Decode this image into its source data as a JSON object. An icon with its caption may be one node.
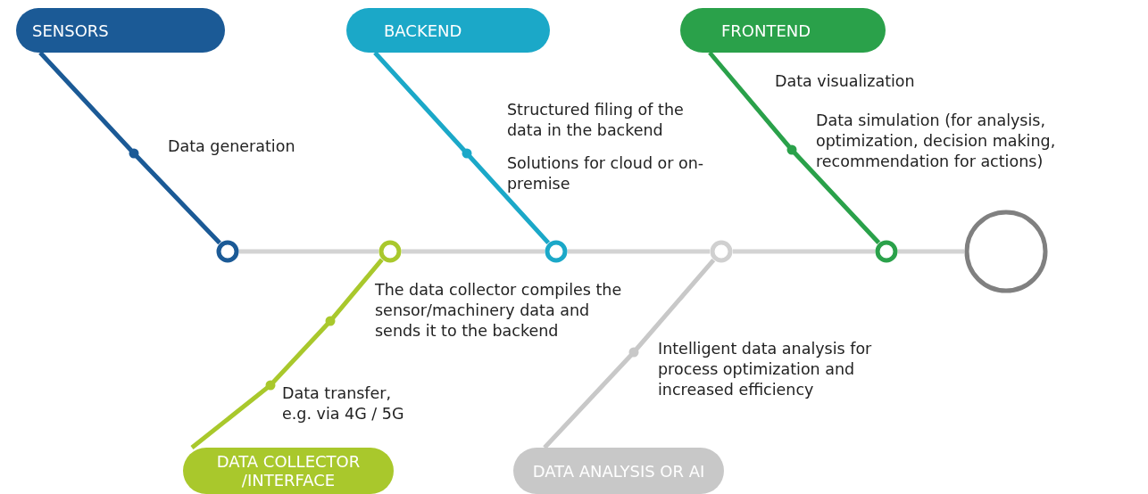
{
  "diagram": {
    "nodes": [
      {
        "text": [
          "SENSORS"
        ]
      },
      {
        "text": [
          "BACKEND"
        ]
      },
      {
        "text": [
          "FRONTEND"
        ]
      },
      {
        "text": [],
        "shape": "circle"
      },
      {
        "text": [],
        "shape": "circle"
      },
      {
        "text": [],
        "shape": "circle"
      },
      {
        "text": [],
        "shape": "circle"
      },
      {
        "text": [],
        "shape": "circle"
      },
      {
        "text": [],
        "shape": "circle"
      },
      {
        "text": [
          "DATA COLLECTOR /INTERFACE"
        ]
      },
      {
        "text": [
          "DATA ANALYSIS OR AI"
        ]
      }
    ],
    "edges": [
      {
        "from": 0,
        "to": 3,
        "arrow": "none",
        "color": "#1b5a96"
      },
      {
        "from": 1,
        "to": 5,
        "arrow": "none",
        "color": "#1ba8c8"
      },
      {
        "from": 2,
        "to": 7,
        "arrow": "none",
        "color": "#2aa14a"
      },
      {
        "from": 3,
        "to": 4,
        "arrow": "none"
      },
      {
        "from": 4,
        "to": 5,
        "arrow": "none"
      },
      {
        "from": 5,
        "to": 6,
        "arrow": "none"
      },
      {
        "from": 6,
        "to": 7,
        "arrow": "none"
      },
      {
        "from": 7,
        "to": 8,
        "arrow": "none"
      },
      {
        "from": 9,
        "to": 4,
        "arrow": "none",
        "color": "#a9c82c"
      },
      {
        "from": 10,
        "to": 6,
        "arrow": "none",
        "color": "#c8c8c8"
      }
    ],
    "labels": [
      "Data visualization",
      "Structured filing of the data in the backend",
      "Data simulation (for analysis, optimization, decision making, recommendation for actions)",
      "Data generation",
      "Solutions for cloud or on-premise",
      "The data collector compiles the sensor/machinery data and sends it to the backend",
      "Intelligent data analysis for process optimization and increased efficiency",
      "Data transfer, e.g. via 4G / 5G"
    ]
  }
}
